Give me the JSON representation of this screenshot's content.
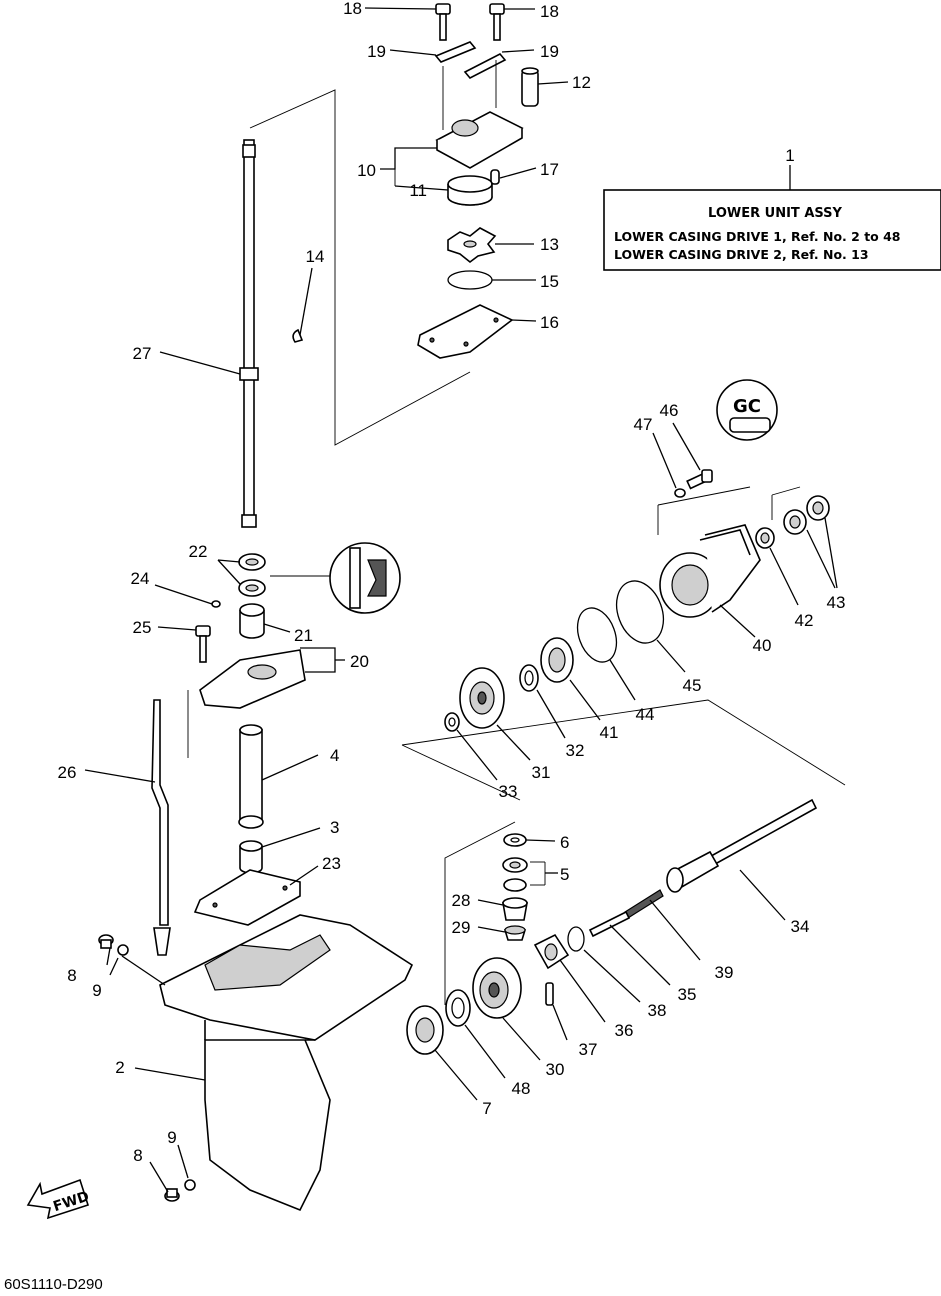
{
  "legend": {
    "ref": "1",
    "title": "LOWER UNIT ASSY",
    "lines": [
      "LOWER CASING DRIVE 1, Ref. No. 2 to 48",
      "LOWER CASING DRIVE 2, Ref. No. 13"
    ]
  },
  "fwd_label": "FWD",
  "cc_label": "GC",
  "diagram_code": "60S1110-D290",
  "callouts": [
    "18",
    "18",
    "19",
    "19",
    "12",
    "10",
    "17",
    "11",
    "13",
    "15",
    "16",
    "14",
    "27",
    "22",
    "24",
    "25",
    "21",
    "20",
    "26",
    "4",
    "3",
    "23",
    "8",
    "9",
    "2",
    "9",
    "8",
    "46",
    "47",
    "43",
    "42",
    "40",
    "45",
    "44",
    "41",
    "32",
    "31",
    "33",
    "6",
    "5",
    "28",
    "29",
    "34",
    "39",
    "35",
    "38",
    "36",
    "37",
    "30",
    "48",
    "7"
  ]
}
